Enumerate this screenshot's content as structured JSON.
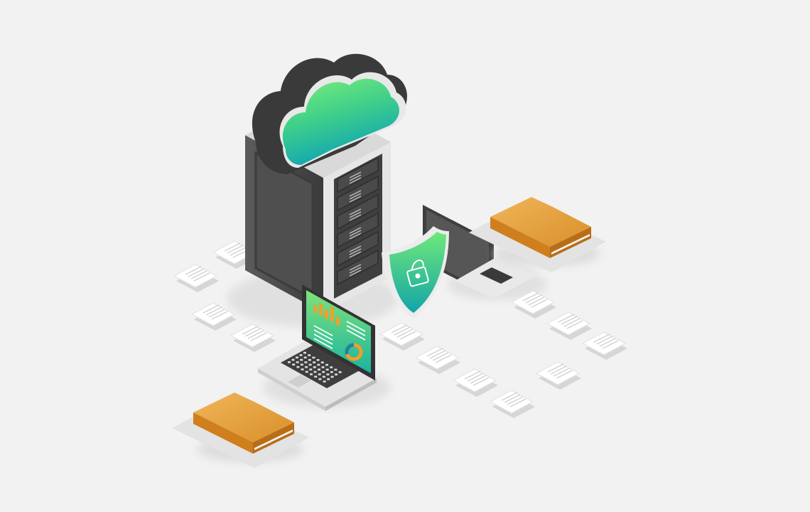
{
  "illustration": {
    "subject": "",
    "palette": {
      "background": "#f2f2f2",
      "server_dark": "#4a4a4a",
      "server_light": "#e9e9e9",
      "cloud_green": "#6fe87a",
      "cloud_teal": "#12a8b0",
      "folder_orange": "#e6a13c",
      "chart_orange": "#f0a02a",
      "paper": "#ffffff"
    },
    "icons": [
      "cloud-icon",
      "server-rack-icon",
      "shield-lock-icon",
      "laptop-dashboard-icon",
      "laptop-icon",
      "folder-icon",
      "document-icon"
    ],
    "dashboard": {
      "bar_levels": [
        0.45,
        0.75,
        0.6,
        0.95,
        0.5
      ],
      "donut_fraction": 0.7
    }
  }
}
